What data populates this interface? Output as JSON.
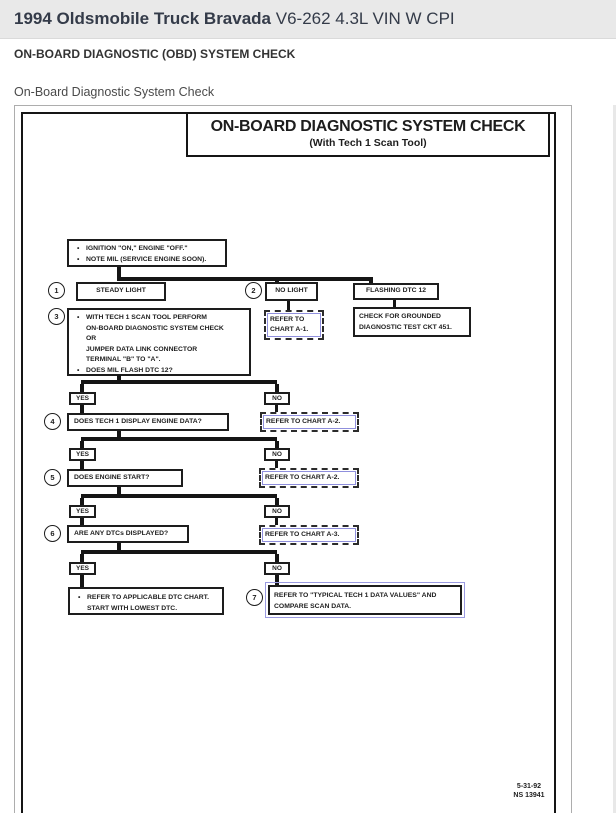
{
  "header": {
    "title_main": "1994 Oldsmobile Truck Bravada",
    "title_sub": "V6-262 4.3L VIN W CPI"
  },
  "section": {
    "heading": "ON-BOARD DIAGNOSTIC (OBD) SYSTEM CHECK",
    "figure_label": "On-Board Diagnostic System Check"
  },
  "flowchart": {
    "title": "ON-BOARD DIAGNOSTIC SYSTEM CHECK",
    "subtitle": "(With Tech 1 Scan Tool)",
    "labels": {
      "yes": "YES",
      "no": "NO"
    },
    "start": {
      "line1": "IGNITION \"ON,\" ENGINE \"OFF.\"",
      "line2": "NOTE MIL (SERVICE ENGINE SOON)."
    },
    "step1": {
      "num": "1",
      "label": "STEADY LIGHT"
    },
    "step2": {
      "num": "2",
      "label": "NO LIGHT",
      "ref_line1": "REFER TO",
      "ref_line2": "CHART A-1."
    },
    "flashing": {
      "label": "FLASHING DTC 12",
      "action_line1": "CHECK FOR GROUNDED",
      "action_line2": "DIAGNOSTIC TEST CKT 451."
    },
    "step3": {
      "num": "3",
      "bullet1": "WITH TECH 1 SCAN TOOL PERFORM",
      "line2": "ON-BOARD DIAGNOSTIC SYSTEM CHECK",
      "line3": "OR",
      "line4": "JUMPER DATA LINK CONNECTOR",
      "line5": "TERMINAL \"B\" TO \"A\".",
      "bullet2": "DOES MIL FLASH DTC 12?"
    },
    "step4": {
      "num": "4",
      "question": "DOES TECH 1 DISPLAY ENGINE DATA?",
      "no_ref": "REFER TO CHART A-2."
    },
    "step5": {
      "num": "5",
      "question": "DOES ENGINE START?",
      "no_ref": "REFER TO CHART A-2."
    },
    "step6": {
      "num": "6",
      "question": "ARE ANY DTCs DISPLAYED?",
      "no_ref": "REFER TO CHART A-3."
    },
    "final_yes": {
      "line1": "REFER TO APPLICABLE DTC CHART.",
      "line2": "START WITH LOWEST DTC."
    },
    "step7": {
      "num": "7",
      "line1": "REFER TO \"TYPICAL TECH 1 DATA VALUES\" AND",
      "line2": "COMPARE SCAN DATA."
    },
    "footer": {
      "date": "5-31-92",
      "doc_no": "NS 13941"
    }
  },
  "colors": {
    "link_accent": "#8f8fdd",
    "ink": "#1d1d1d",
    "header_bg": "#e9e9e9"
  }
}
